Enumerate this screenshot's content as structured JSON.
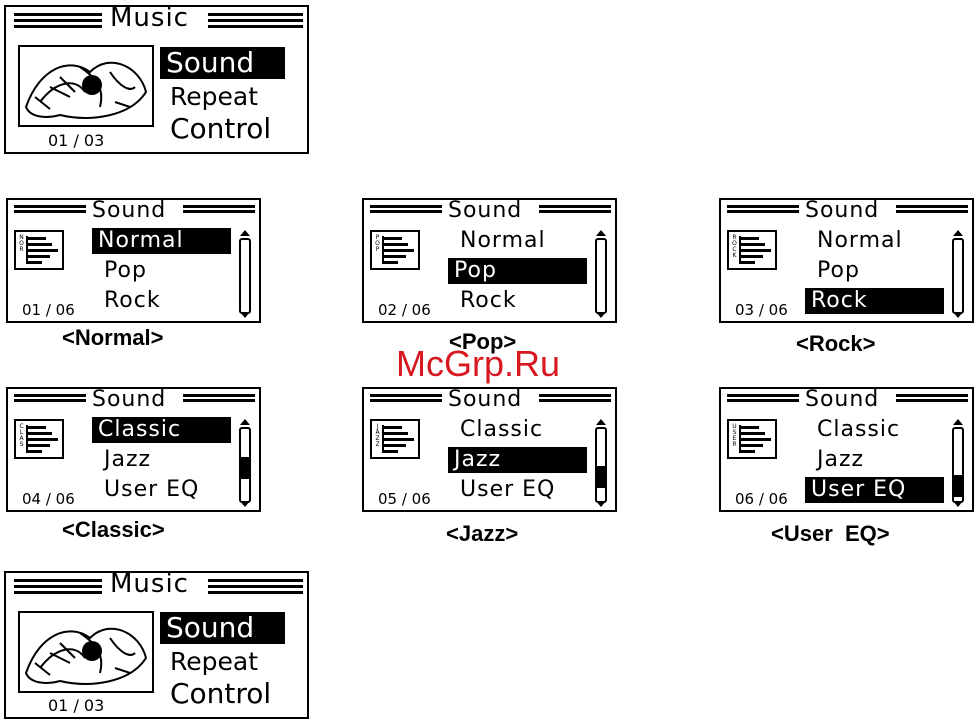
{
  "music_screens": [
    {
      "title": "Music",
      "items": [
        {
          "label": "Sound",
          "selected": true
        },
        {
          "label": "Repeat",
          "selected": false
        },
        {
          "label": "Control",
          "selected": false
        }
      ],
      "counter": "01 / 03"
    },
    {
      "title": "Music",
      "items": [
        {
          "label": "Sound",
          "selected": true
        },
        {
          "label": "Repeat",
          "selected": false
        },
        {
          "label": "Control",
          "selected": false
        }
      ],
      "counter": "01 / 03"
    }
  ],
  "sound_screens": [
    {
      "title": "Sound",
      "icon_label": "NOR",
      "items": [
        "Normal",
        "Pop",
        "Rock"
      ],
      "selected_index": 0,
      "counter": "01 / 06",
      "caption": "<Normal>",
      "scroll_fraction": 0.0
    },
    {
      "title": "Sound",
      "icon_label": "POP",
      "items": [
        "Normal",
        "Pop",
        "Rock"
      ],
      "selected_index": 1,
      "counter": "02 / 06",
      "caption": "<Pop>",
      "scroll_fraction": 0.0
    },
    {
      "title": "Sound",
      "icon_label": "ROCK",
      "items": [
        "Normal",
        "Pop",
        "Rock"
      ],
      "selected_index": 2,
      "counter": "03 / 06",
      "caption": "<Rock>",
      "scroll_fraction": 0.0
    },
    {
      "title": "Sound",
      "icon_label": "CLAS",
      "items": [
        "Classic",
        "Jazz",
        "User EQ"
      ],
      "selected_index": 0,
      "counter": "04 / 06",
      "caption": "<Classic>",
      "scroll_fraction": 0.6
    },
    {
      "title": "Sound",
      "icon_label": "JAZZ",
      "items": [
        "Classic",
        "Jazz",
        "User EQ"
      ],
      "selected_index": 1,
      "counter": "05 / 06",
      "caption": "<Jazz>",
      "scroll_fraction": 0.8
    },
    {
      "title": "Sound",
      "icon_label": "USER",
      "items": [
        "Classic",
        "Jazz",
        "User EQ"
      ],
      "selected_index": 2,
      "counter": "06 / 06",
      "caption": "<User  EQ>",
      "scroll_fraction": 1.0
    }
  ],
  "watermark": "McGrp.Ru",
  "icons": {
    "album_art": "album-art-icon",
    "eq": "eq-bars-icon",
    "scroll_up": "arrow-up-icon",
    "scroll_down": "arrow-down-icon"
  },
  "colors": {
    "watermark": "#d81820",
    "highlight": "#000000"
  }
}
